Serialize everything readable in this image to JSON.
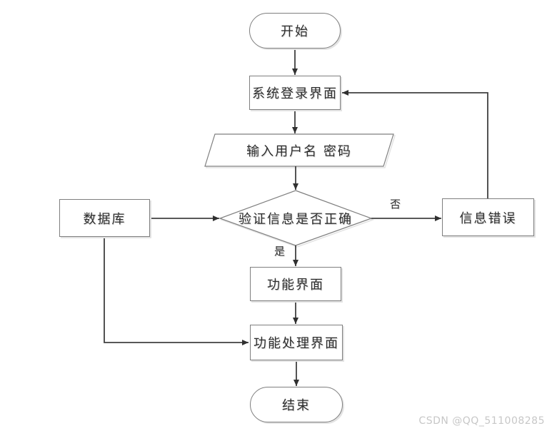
{
  "watermark": "CSDN @QQ_511008285",
  "flowchart": {
    "title": "login-verification-flow",
    "nodes": [
      {
        "id": "start",
        "type": "terminator",
        "label": "开始"
      },
      {
        "id": "login",
        "type": "process",
        "label": "系统登录界面"
      },
      {
        "id": "input",
        "type": "io",
        "label": "输入用户名 密码"
      },
      {
        "id": "verify",
        "type": "decision",
        "label": "验证信息是否正确"
      },
      {
        "id": "database",
        "type": "process",
        "label": "数据库"
      },
      {
        "id": "error",
        "type": "process",
        "label": "信息错误"
      },
      {
        "id": "function",
        "type": "process",
        "label": "功能界面"
      },
      {
        "id": "processing",
        "type": "process",
        "label": "功能处理界面"
      },
      {
        "id": "end",
        "type": "terminator",
        "label": "结束"
      }
    ],
    "edges": [
      {
        "from": "start",
        "to": "login"
      },
      {
        "from": "login",
        "to": "input"
      },
      {
        "from": "input",
        "to": "verify"
      },
      {
        "from": "verify",
        "to": "function",
        "label": "是"
      },
      {
        "from": "verify",
        "to": "error",
        "label": "否"
      },
      {
        "from": "error",
        "to": "login"
      },
      {
        "from": "database",
        "to": "verify"
      },
      {
        "from": "database",
        "to": "processing"
      },
      {
        "from": "function",
        "to": "processing"
      },
      {
        "from": "processing",
        "to": "end"
      }
    ],
    "edge_labels": {
      "yes": "是",
      "no": "否"
    },
    "colors": {
      "shape_border": "#7f7f7f",
      "connector": "#404040",
      "arrowhead": "#303030",
      "text": "#2e2e2e",
      "shadow": "#e3e3e3",
      "watermark": "#c7c7c7",
      "background": "#ffffff"
    }
  }
}
